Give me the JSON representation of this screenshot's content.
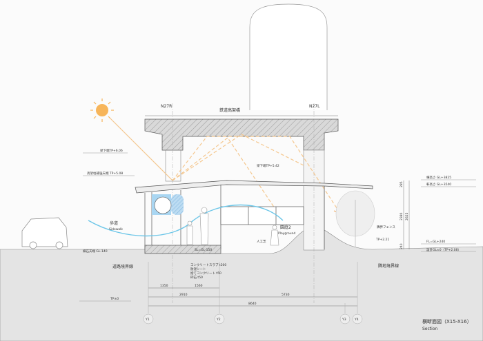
{
  "drawing": {
    "title_jp": "横断面図（X15-X16）",
    "title_en": "Section",
    "viaduct_label": "鉄道高架橋",
    "pier_left": "N27R",
    "pier_right": "N27L"
  },
  "levels": {
    "beam_bottom_left": "梁下端TP+6.06",
    "pier_reinforce_top": "高架柱補強天端 TP+5.08",
    "beam_bottom_right": "梁下端TP+5.42",
    "ridge_height": "棟高さ GL+3825",
    "eave_height": "軒高さ GL+3540",
    "floor_level": "FL=GL+240",
    "design_gl": "設計GL±0（TP+2.08）",
    "curb_top": "縁石天端 GL-140",
    "slab_level": "SL=GL-150",
    "tp_zero": "TP±0",
    "tp_small": "TP+2.21"
  },
  "annotations": {
    "sidewalk_jp": "歩道",
    "sidewalk_en": "Sidewalk",
    "playground_jp": "園庭2",
    "playground_en": "Playground",
    "artificial_turf": "人工芝",
    "road_boundary": "道路境界線",
    "neighbor_boundary": "隣地境界線",
    "neighbor_fence": "隣界フェンス",
    "slab_spec": [
      "コンクリートスラブ t200",
      "防湿シート",
      "捨てコンクリート t50",
      "砕石 t50"
    ]
  },
  "dimensions": {
    "d1350": "1350",
    "d1560": "1560",
    "d2910": "2910",
    "d5730": "5730",
    "total": "8640",
    "h2380": "2380",
    "h2625": "2625",
    "h285": "285",
    "h240": "240"
  },
  "grid": [
    "Y1",
    "Y2",
    "Y3",
    "Y4"
  ],
  "colors": {
    "sun": "#f7b55a",
    "sun_ray": "#f5c78e",
    "wind": "#6cc6e8",
    "glass": "#a9d6f2",
    "ground": "#e4e4e4"
  }
}
